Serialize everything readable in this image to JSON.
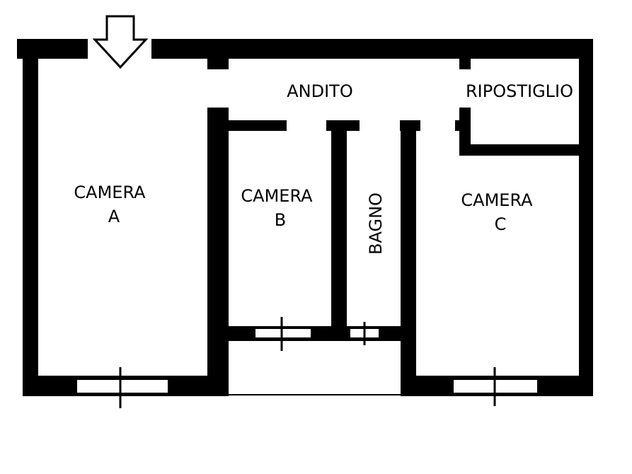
{
  "floorplan": {
    "rooms": {
      "andito": "ANDITO",
      "ripostiglio": "RIPOSTIGLIO",
      "camera_a": {
        "line1": "CAMERA",
        "line2": "A"
      },
      "camera_b": {
        "line1": "CAMERA",
        "line2": "B"
      },
      "camera_c": {
        "line1": "CAMERA",
        "line2": "C"
      },
      "bagno": "BAGNO"
    },
    "entrance_icon": "down-arrow-icon",
    "colors": {
      "wall": "#000000",
      "background": "#ffffff"
    }
  }
}
